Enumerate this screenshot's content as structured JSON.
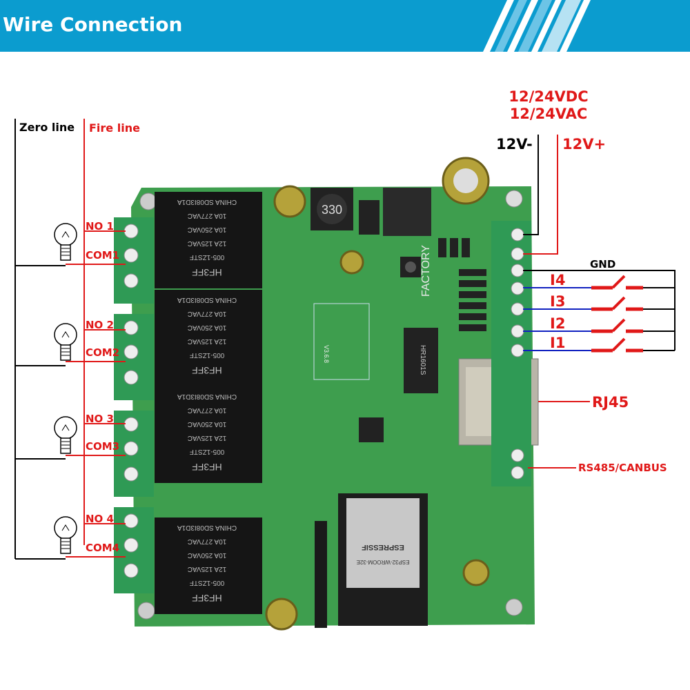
{
  "header": {
    "title": "Wire Connection",
    "color": "#0b9ccf"
  },
  "left": {
    "zero_line": "Zero line",
    "fire_line": "Fire line",
    "channels": [
      {
        "no": "NO 1",
        "com": "COM1"
      },
      {
        "no": "NO 2",
        "com": "COM2"
      },
      {
        "no": "NO 3",
        "com": "COM3"
      },
      {
        "no": "NO 4",
        "com": "COM4"
      }
    ]
  },
  "power": {
    "dc": "12/24VDC",
    "ac": "12/24VAC",
    "neg": "12V-",
    "pos": "12V+"
  },
  "inputs": {
    "gnd": "GND",
    "items": [
      "I4",
      "I3",
      "I2",
      "I1"
    ]
  },
  "ports": {
    "rj45": "RJ45",
    "bus": "RS485/CANBUS"
  },
  "board": {
    "relay_text": [
      "CHINA SD08I3D1A",
      "10A 277VAC",
      "10A 250VAC",
      "12A 125VAC",
      "005-1ZSTF",
      "HF3FF"
    ],
    "inductor": "330",
    "factory": "FACTORY",
    "version": "V3.6.8",
    "module_brand": "ESPRESSIF",
    "module_model": "ESP32-WROOM-32E",
    "chip": "HR1601S"
  },
  "colors": {
    "red": "#e01818",
    "blue": "#1020c0",
    "pcb": "#3e9e4e",
    "terminal": "#2f9a55"
  }
}
